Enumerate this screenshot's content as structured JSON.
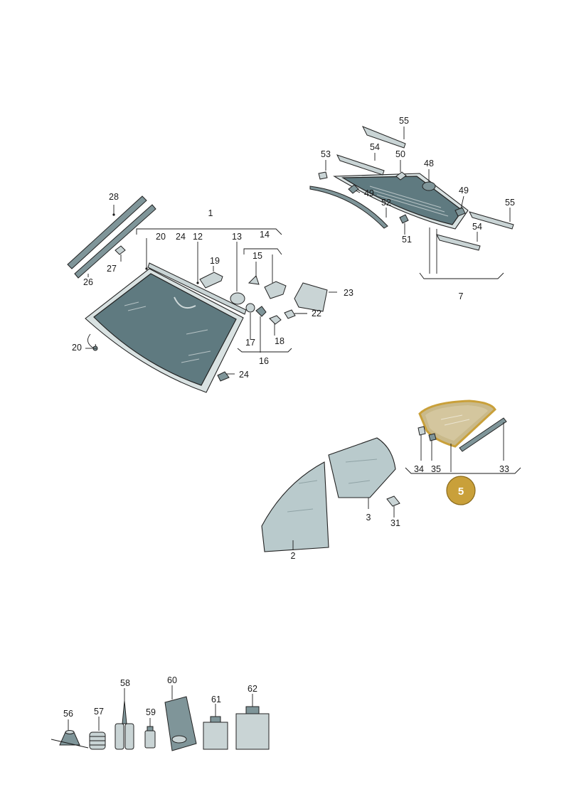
{
  "callouts": {
    "c1": "1",
    "c2": "2",
    "c3": "3",
    "c5": "5",
    "c7": "7",
    "c12": "12",
    "c13": "13",
    "c14": "14",
    "c15": "15",
    "c16": "16",
    "c17": "17",
    "c18": "18",
    "c19": "19",
    "c20a": "20",
    "c20b": "20",
    "c22": "22",
    "c23": "23",
    "c24a": "24",
    "c24b": "24",
    "c26": "26",
    "c27": "27",
    "c28": "28",
    "c31": "31",
    "c33": "33",
    "c34": "34",
    "c35": "35",
    "c48": "48",
    "c49a": "49",
    "c49b": "49",
    "c50": "50",
    "c51": "51",
    "c52": "52",
    "c53": "53",
    "c54a": "54",
    "c54b": "54",
    "c55a": "55",
    "c55b": "55",
    "c56": "56",
    "c57": "57",
    "c58": "58",
    "c59": "59",
    "c60": "60",
    "c61": "61",
    "c62": "62"
  },
  "colors": {
    "highlight": "#c9a03a",
    "glass": "#5f7a80",
    "line": "#1a1a1a"
  }
}
